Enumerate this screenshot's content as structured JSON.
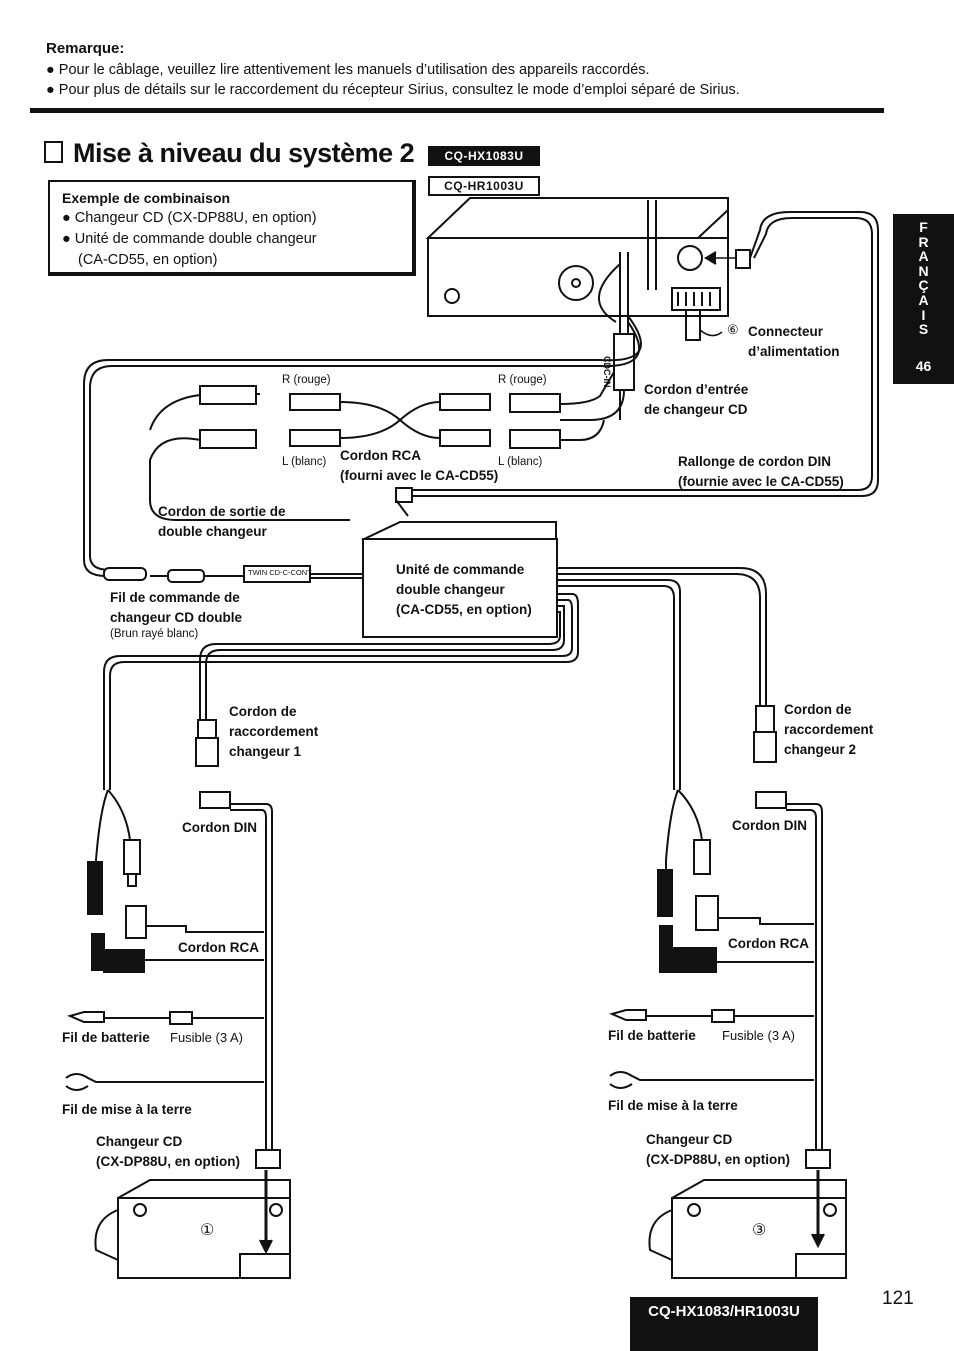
{
  "remarque": {
    "title": "Remarque:",
    "notes": [
      "Pour le câblage, veuillez lire attentivement les manuels d’utilisation des appareils raccordés.",
      "Pour plus de détails sur le raccordement du récepteur Sirius, consultez le mode d’emploi séparé de Sirius."
    ]
  },
  "section": {
    "title": "Mise à niveau du système 2",
    "badges": [
      "CQ-HX1083U",
      "CQ-HR1003U"
    ]
  },
  "combination": {
    "title": "Exemple de combinaison",
    "items": [
      "Changeur CD (CX-DP88U, en option)",
      "Unité de commande double changeur",
      "(CA-CD55, en option)"
    ]
  },
  "side_tab": {
    "letters": [
      "F",
      "R",
      "A",
      "N",
      "Ç",
      "A",
      "I",
      "S"
    ],
    "page": "46"
  },
  "labels": {
    "connector_num": "⑥",
    "connector_1": "Connecteur",
    "connector_2": "d’alimentation",
    "cdc_in": "CDC-IN",
    "input_cord_1": "Cordon d’entrée",
    "input_cord_2": "de changeur CD",
    "r_rouge_1": "R (rouge)",
    "r_rouge_2": "R (rouge)",
    "l_blanc_1": "L (blanc)",
    "l_blanc_2": "L (blanc)",
    "rca_cord_1": "Cordon RCA",
    "rca_cord_2": "(fourni avec le CA-CD55)",
    "din_ext_1": "Rallonge de cordon DIN",
    "din_ext_2": "(fournie avec le CA-CD55)",
    "output_cord_1": "Cordon de sortie de",
    "output_cord_2": "double changeur",
    "twin_cont": "TWIN CD-C-CONT",
    "fil_cmd_1": "Fil de commande de",
    "fil_cmd_2": "changeur CD double",
    "fil_cmd_3": "(Brun rayé blanc)",
    "unit_1": "Unité de commande",
    "unit_2": "double changeur",
    "unit_3": "(CA-CD55, en option)",
    "conn1_1": "Cordon de",
    "conn1_2": "raccordement",
    "conn1_3": "changeur 1",
    "conn2_1": "Cordon de",
    "conn2_2": "raccordement",
    "conn2_3": "changeur 2",
    "din_left": "Cordon DIN",
    "din_right": "Cordon DIN",
    "rca_left": "Cordon RCA",
    "rca_right": "Cordon RCA",
    "batt_left": "Fil de batterie",
    "batt_right": "Fil de batterie",
    "fuse_left": "Fusible (3 A)",
    "fuse_right": "Fusible (3 A)",
    "ground_left": "Fil de mise à la terre",
    "ground_right": "Fil de mise à la terre",
    "changer_left_1": "Changeur CD",
    "changer_left_2": "(CX-DP88U, en option)",
    "changer_right_1": "Changeur CD",
    "changer_right_2": "(CX-DP88U, en option)",
    "changer_left_num": "①",
    "changer_right_num": "③"
  },
  "footer": {
    "page_number": "121",
    "model": "CQ-HX1083/HR1003U"
  }
}
